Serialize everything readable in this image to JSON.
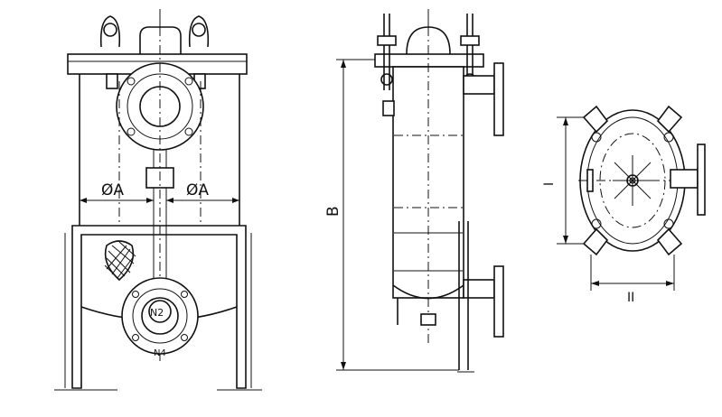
{
  "labels": {
    "diam_left": "ØA",
    "diam_right": "ØA",
    "nozzle_n2": "N2",
    "nozzle_n4": "N4",
    "height_b": "B",
    "dim_i": "I",
    "dim_ii": "II"
  },
  "colors": {
    "line": "#111111",
    "background": "#ffffff"
  }
}
